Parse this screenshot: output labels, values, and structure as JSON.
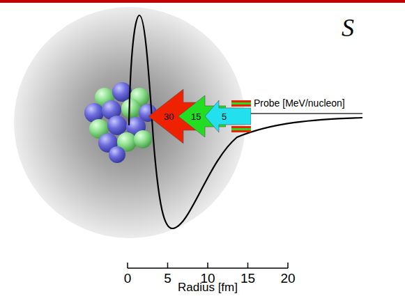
{
  "diagram": {
    "nodes": [
      {
        "text": [
          "30"
        ]
      },
      {
        "text": [
          "15"
        ]
      },
      {
        "text": [
          "5"
        ]
      }
    ],
    "labels": [
      "S",
      "Probe [MeV/nucleon]",
      "0",
      "5",
      "10",
      "15",
      "20",
      "Radius [fm]"
    ]
  }
}
